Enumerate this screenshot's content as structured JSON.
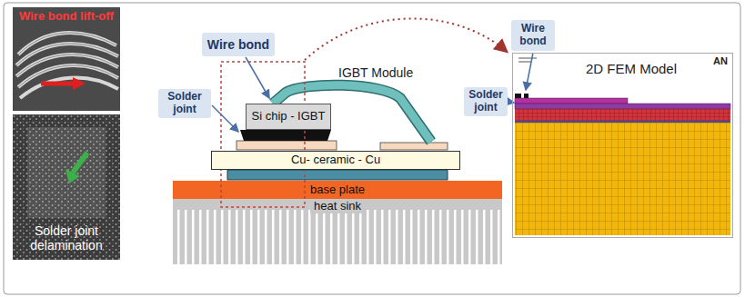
{
  "diagram": {
    "nodes": [
      {
        "text": [
          "Wire bond lift-off"
        ]
      },
      {
        "text": [
          "Solder joint delamination"
        ]
      },
      {
        "text": [
          "Wire bond"
        ]
      },
      {
        "text": [
          "Solder joint"
        ]
      },
      {
        "text": [
          "Si chip - IGBT"
        ]
      },
      {
        "text": [
          "Cu- ceramic - Cu"
        ]
      },
      {
        "text": [
          "base plate"
        ]
      },
      {
        "text": [
          "heat sink"
        ]
      },
      {
        "text": [
          "2D FEM Model",
          "AN"
        ]
      },
      {
        "text": [
          "Wire bond"
        ]
      },
      {
        "text": [
          "Solder joint"
        ]
      }
    ],
    "labels": [
      "IGBT Module"
    ]
  }
}
